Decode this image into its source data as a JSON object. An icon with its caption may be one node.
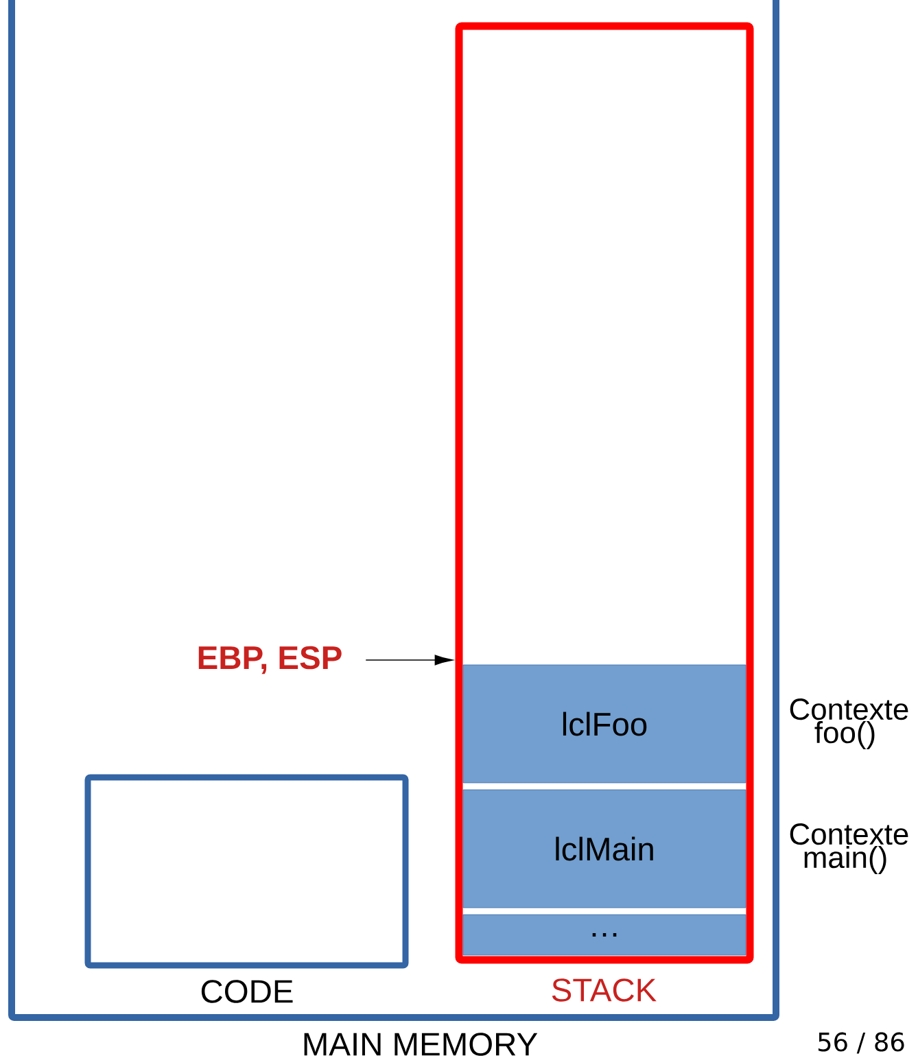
{
  "diagram": {
    "nodes": [
      {
        "text": [
          "MAIN MEMORY"
        ]
      },
      {
        "text": [
          "CODE"
        ],
        "in": 0
      },
      {
        "text": [
          "STACK"
        ],
        "in": 0
      },
      {
        "text": [
          "lclFoo"
        ],
        "in": 2,
        "beside": [
          "Contexte foo()"
        ]
      },
      {
        "text": [
          "lclMain"
        ],
        "in": 2,
        "beside": [
          "Contexte main()"
        ]
      },
      {
        "text": [
          "…"
        ],
        "in": 2
      },
      {
        "text": [
          "EBP, ESP"
        ],
        "in": 0
      }
    ],
    "edges": [
      {
        "from": 6,
        "to": 2,
        "arrow": "to"
      }
    ],
    "labels": [
      "56 / 86"
    ]
  }
}
